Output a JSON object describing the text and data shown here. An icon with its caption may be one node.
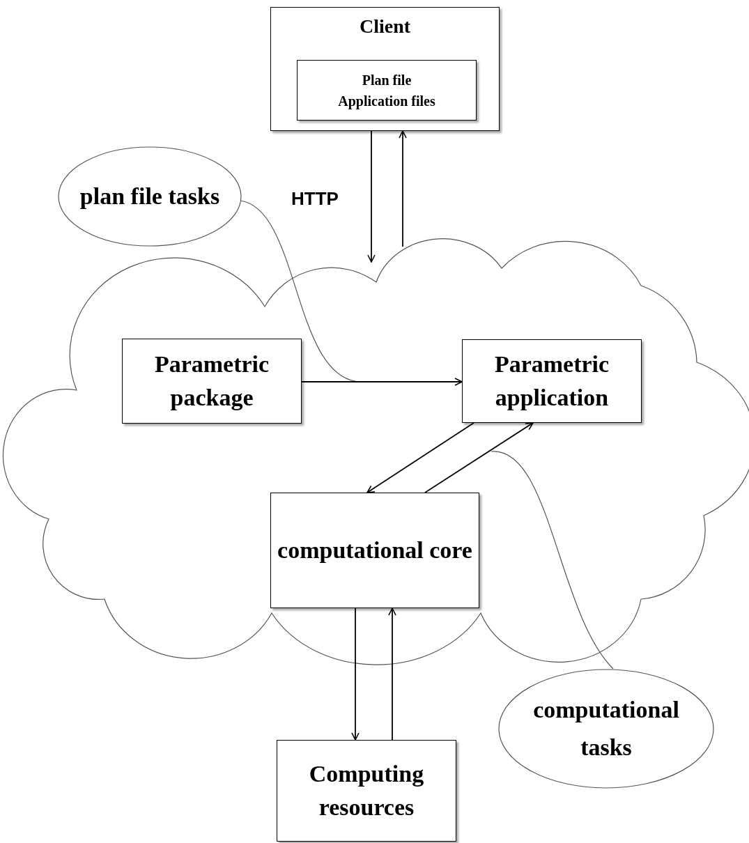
{
  "diagram": {
    "nodes": [
      {
        "text": [
          "Client"
        ]
      },
      {
        "text": [
          "Plan file",
          "Application files"
        ],
        "in": 0
      },
      {
        "text": [
          "plan file tasks"
        ]
      },
      {
        "text": [],
        "shape": "cloud"
      },
      {
        "text": [
          "Parametric package"
        ],
        "in": 3
      },
      {
        "text": [
          "Parametric application"
        ],
        "in": 3
      },
      {
        "text": [
          "computational core"
        ],
        "in": 3
      },
      {
        "text": [
          "Computing resources"
        ]
      },
      {
        "text": [
          "computational tasks"
        ]
      }
    ],
    "edges": [
      {
        "from": 0,
        "to": 3,
        "arrow": "to",
        "label": "HTTP"
      },
      {
        "from": 3,
        "to": 0,
        "arrow": "to"
      },
      {
        "from": 2,
        "to": null,
        "arrow": "none"
      },
      {
        "from": 4,
        "to": 5,
        "arrow": "to"
      },
      {
        "from": 5,
        "to": 6,
        "arrow": "to"
      },
      {
        "from": 6,
        "to": 5,
        "arrow": "to"
      },
      {
        "from": 6,
        "to": 7,
        "arrow": "to"
      },
      {
        "from": 7,
        "to": 6,
        "arrow": "to"
      },
      {
        "from": 8,
        "to": null,
        "arrow": "none"
      }
    ]
  }
}
